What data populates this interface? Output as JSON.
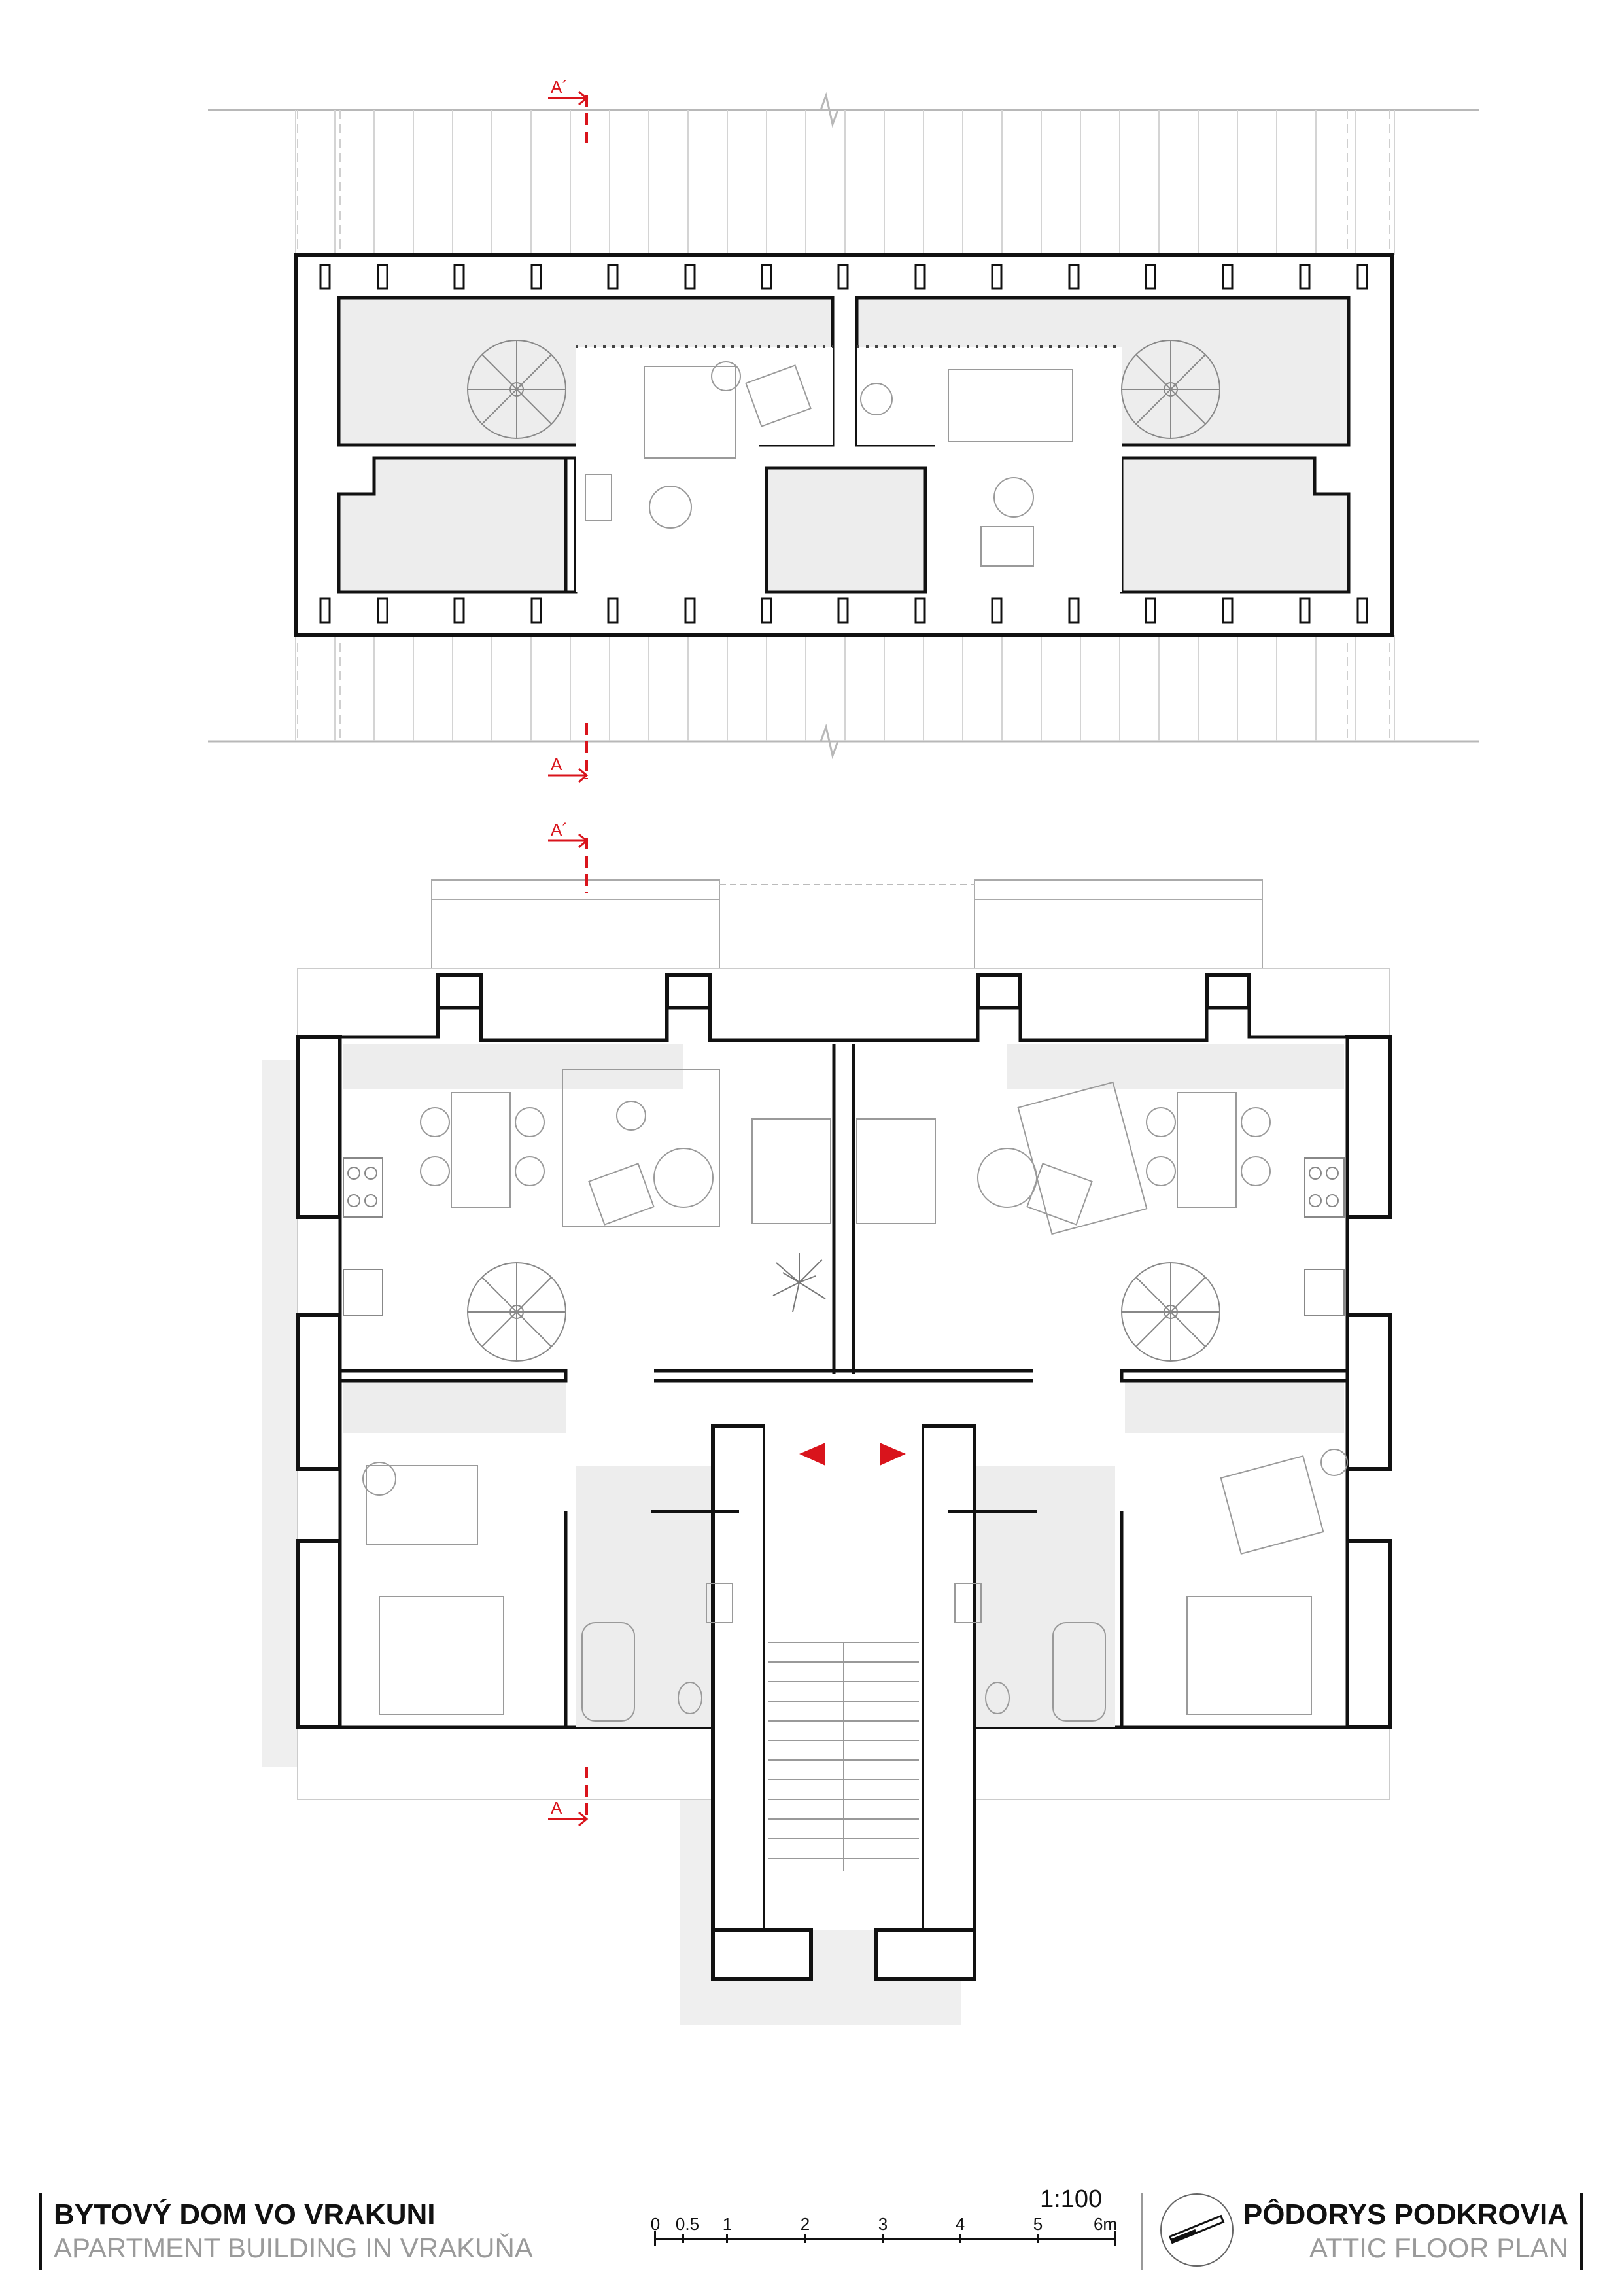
{
  "title_block": {
    "project_title": "BYTOVÝ DOM VO VRAKUNI",
    "project_subtitle": "APARTMENT BUILDING IN VRAKUŇA",
    "sheet_title": "PÔDORYS PODKROVIA",
    "sheet_subtitle": "ATTIC FLOOR PLAN",
    "scale": "1:100"
  },
  "scale_bar": {
    "ticks": [
      "0",
      "0.5",
      "1",
      "2",
      "3",
      "4",
      "5",
      "6m"
    ],
    "tick_values_m": [
      0,
      0.5,
      1,
      2,
      3,
      4,
      5,
      6
    ]
  },
  "section_markers": {
    "top": "A´",
    "bottom": "A"
  },
  "colors": {
    "line": "#111111",
    "shade": "#ededed",
    "thin_line": "#b8b8b8",
    "accent_red": "#d9141c"
  }
}
